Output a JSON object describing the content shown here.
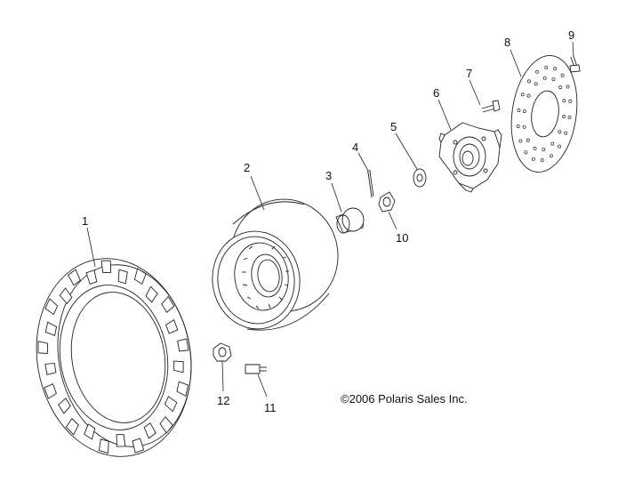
{
  "colors": {
    "line": "#222222",
    "background": "#ffffff"
  },
  "callouts": {
    "c1": "1",
    "c2": "2",
    "c3": "3",
    "c4": "4",
    "c5": "5",
    "c6": "6",
    "c7": "7",
    "c8": "8",
    "c9": "9",
    "c10": "10",
    "c11": "11",
    "c12": "12"
  },
  "copyright": "2006 Polaris Sales Inc.",
  "copyright_symbol": "©"
}
